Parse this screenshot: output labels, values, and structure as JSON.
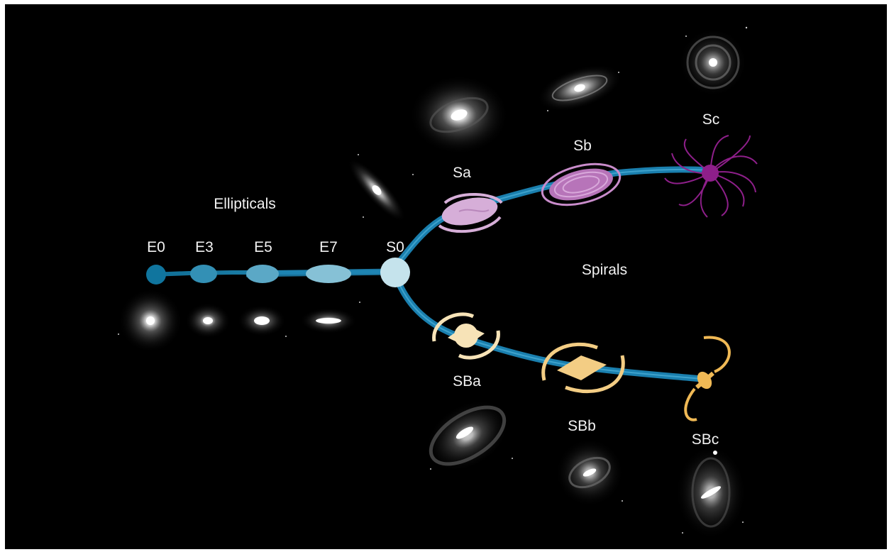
{
  "diagram": {
    "group_labels": {
      "ellipticals": "Ellipticals",
      "spirals": "Spirals"
    },
    "nodes": {
      "e0": "E0",
      "e3": "E3",
      "e5": "E5",
      "e7": "E7",
      "s0": "S0",
      "sa": "Sa",
      "sb": "Sb",
      "sc": "Sc",
      "sba": "SBa",
      "sbb": "SBb",
      "sbc": "SBc"
    },
    "colors": {
      "background": "#000000",
      "branch": "#1a7fae",
      "elliptical_nodes": [
        "#10759e",
        "#3390b5",
        "#5ba8c6",
        "#86c1d6"
      ],
      "s0": "#c5e3ec",
      "sa": "#d6aed8",
      "sb": "#b774b9",
      "sc": "#8e1f8a",
      "barred": "#f7e3b7",
      "barred_b": "#f3cd84",
      "barred_c": "#f0b955"
    }
  }
}
